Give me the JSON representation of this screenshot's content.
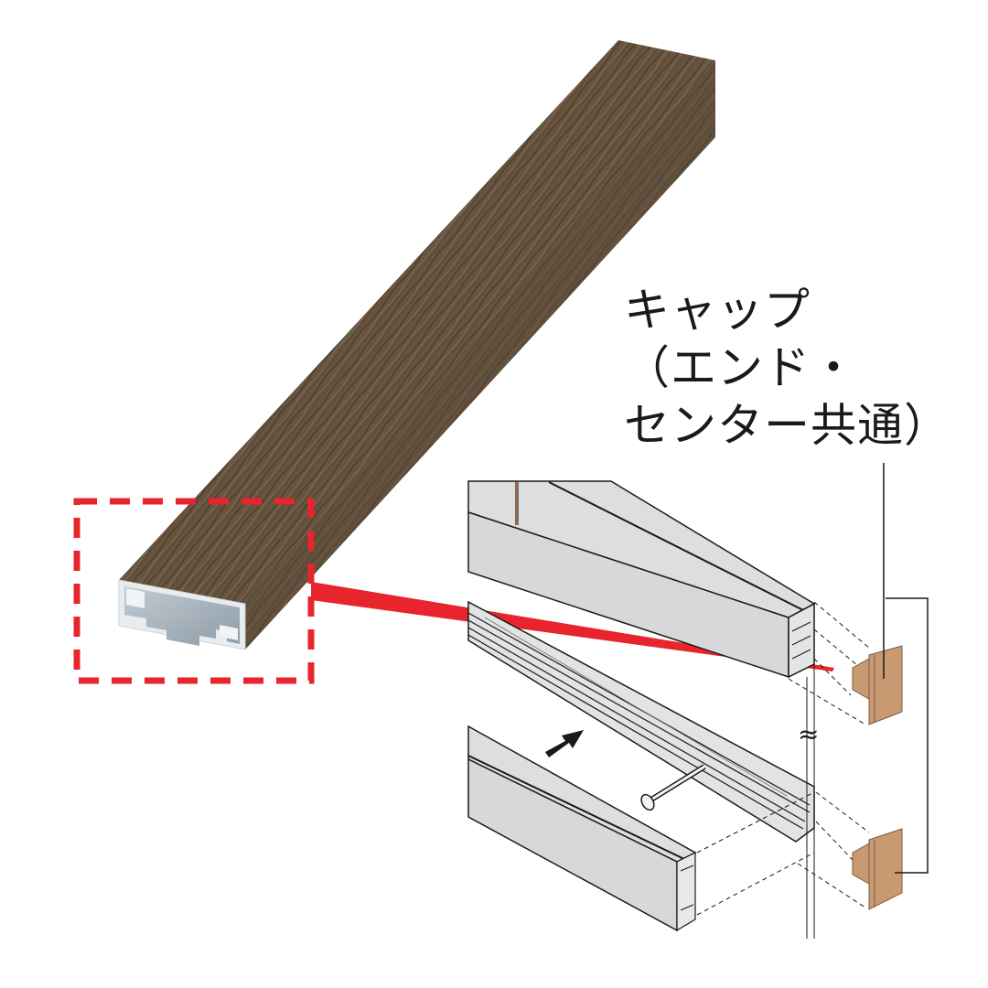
{
  "diagram": {
    "type": "product-assembly-illustration",
    "callout_label": {
      "lines": [
        "キャップ",
        "（エンド・",
        "センター共通）"
      ]
    },
    "colors": {
      "wood_dark": "#5a4a3a",
      "wood_mid": "#6e5b47",
      "wood_light": "#7d6a55",
      "aluminum": "#dcdedf",
      "aluminum_shadow": "#aab4bc",
      "cap": "#c99a72",
      "callout_red": "#e8242c",
      "line": "#1a1a1a"
    },
    "parts": [
      {
        "id": "wood-grain-rail",
        "desc": "Wood-grain finished aluminum rail with exposed end profile"
      },
      {
        "id": "profile-highlight",
        "desc": "Red dashed box around end profile with red pointer to cap location"
      },
      {
        "id": "upper-rail",
        "desc": "Upper aluminum rail, end view"
      },
      {
        "id": "middle-channel",
        "desc": "Grooved channel with screw"
      },
      {
        "id": "lower-rail",
        "desc": "Lower aluminum rail, end view"
      },
      {
        "id": "end-cap-upper",
        "desc": "Upper cap"
      },
      {
        "id": "end-cap-lower",
        "desc": "Lower cap"
      },
      {
        "id": "insert-arrow",
        "desc": "Arrow indicating insertion direction"
      },
      {
        "id": "break-symbol",
        "desc": "Break marks ≈ on post"
      }
    ]
  }
}
